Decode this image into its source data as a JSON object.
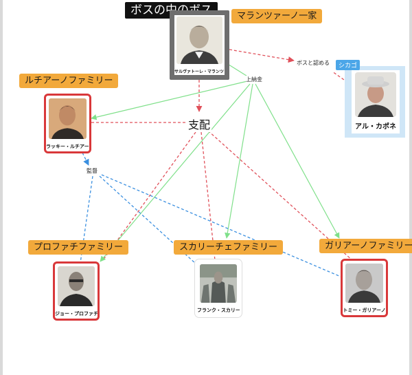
{
  "title": "ボスの中のボス",
  "families": {
    "maranzano": "マランツァーノ一家",
    "luciano": "ルチアーノファミリー",
    "profaci": "プロファチファミリー",
    "scalise": "スカリーチェファミリー",
    "gagliano": "ガリアーノファミリー"
  },
  "people": {
    "maranzano": "サルヴァトーレ・マランツァーノ",
    "luciano": "ラッキー・ルチアーノ",
    "capone": "アル・カポネ",
    "profaci": "ジョー・プロファチ",
    "scalise": "フランク・スカリーチェ",
    "gagliano": "トミー・ガリアーノ"
  },
  "region": "シカゴ",
  "edge_labels": {
    "recognize": "ボスと認める",
    "tribute": "上納金",
    "control": "支配",
    "supervise": "監督"
  },
  "colors": {
    "control": "#e0505a",
    "tribute": "#7fe08a",
    "supervise": "#3a8fe0",
    "tag": "#f2a93b",
    "card_border": "#d9383a"
  }
}
